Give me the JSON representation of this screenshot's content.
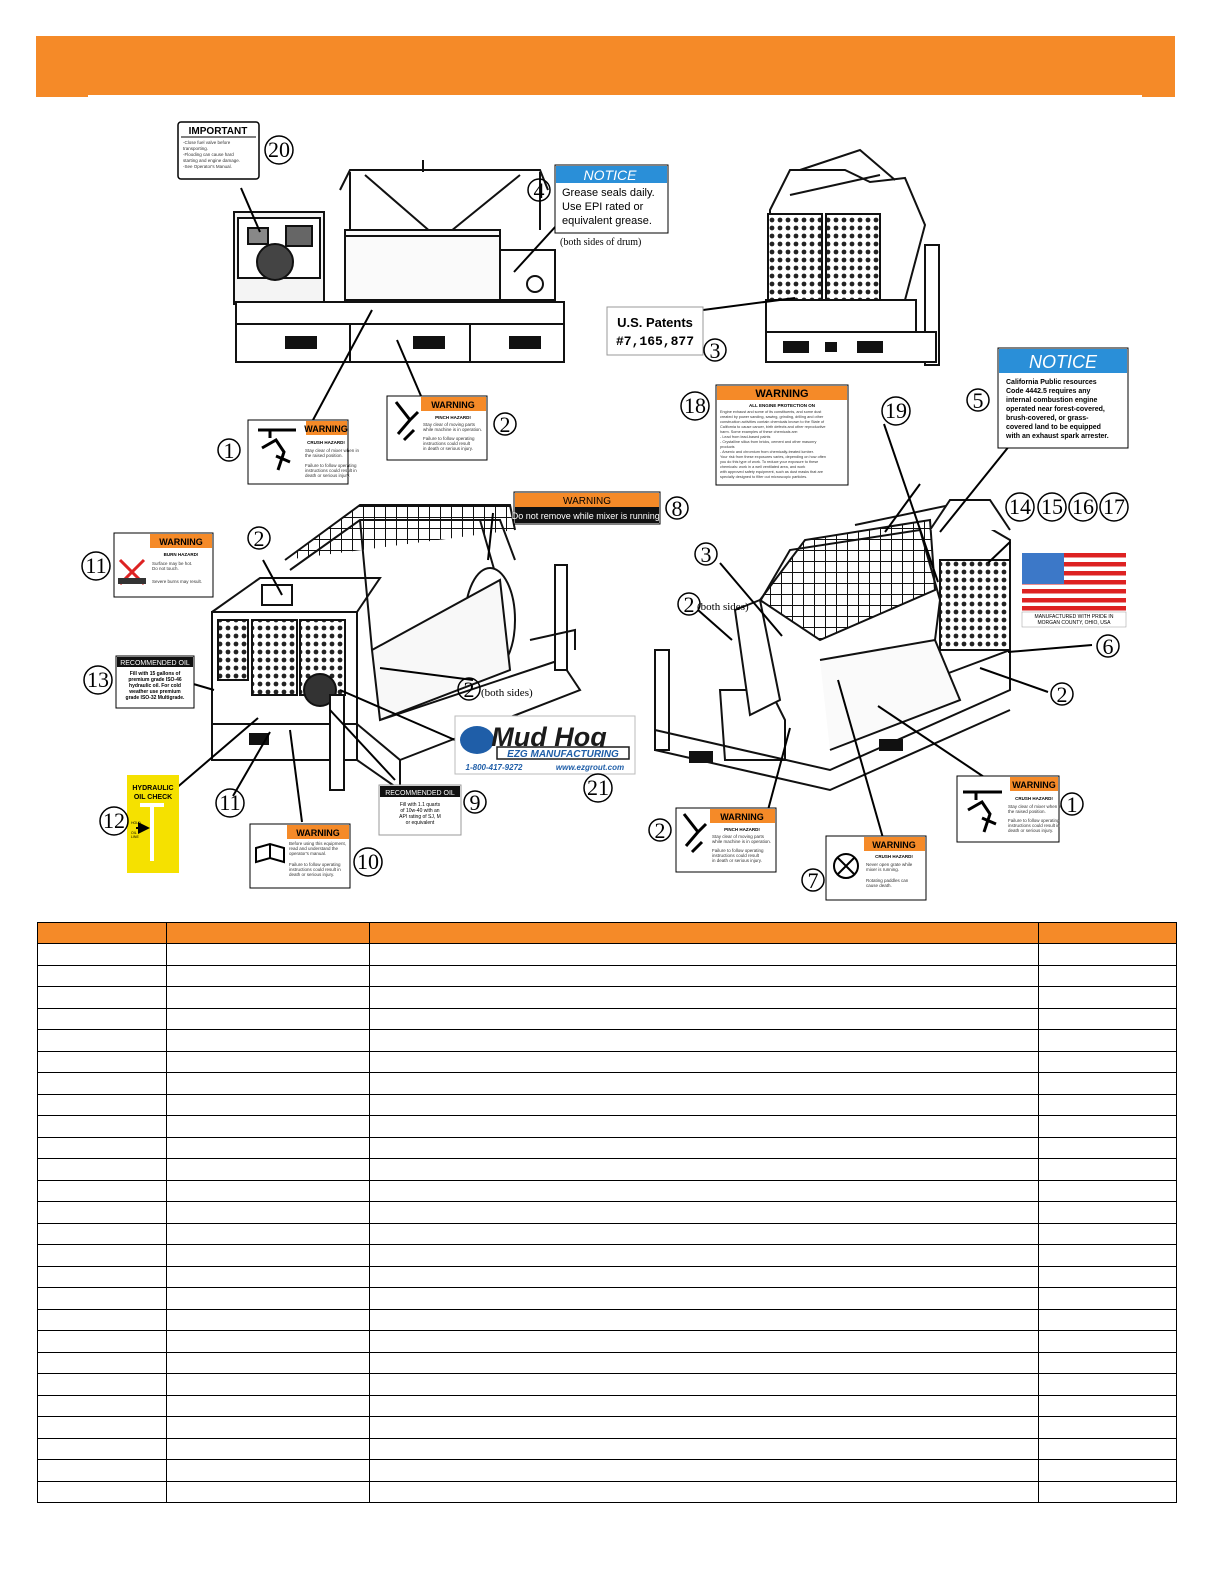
{
  "header": {
    "color": "#f58a28",
    "text": ""
  },
  "decals": {
    "important": {
      "title": "IMPORTANT",
      "lines": [
        "-Close fuel valve before",
        "transporting.",
        "-Flooding can cause hard",
        "starting and engine damage.",
        "-See Operator's Manual."
      ]
    },
    "notice_grease": {
      "title": "NOTICE",
      "lines": [
        "Grease seals daily.",
        "Use EPI rated or",
        "equivalent grease."
      ],
      "note": "(both sides of drum)"
    },
    "patents": {
      "line1": "U.S. Patents",
      "line2": "#7,165,877"
    },
    "notice_california": {
      "title": "NOTICE",
      "lines": [
        "California Public resources",
        "Code 4442.5 requires any",
        "internal combustion engine",
        "operated near forest-covered,",
        "brush-covered, or grass-",
        "covered land to be equipped",
        "with an exhaust spark arrester."
      ]
    },
    "warning_word": "WARNING",
    "crush_hazard": {
      "heading": "CRUSH HAZARD!",
      "lines": [
        "Stay clear of mixer when in",
        "the raised position.",
        "Failure to follow operating",
        "instructions could result in",
        "death or serious injury."
      ]
    },
    "pinch_hazard": {
      "heading": "PINCH HAZARD!",
      "lines": [
        "Stay clear of moving parts",
        "while machine is in operation.",
        "Failure to follow operating",
        "instructions could result",
        "in death or serious injury."
      ]
    },
    "burn_hazard": {
      "heading": "BURN HAZARD!",
      "lines": [
        "Surface may be hot.",
        "Do not touch.",
        "Severe burns may result."
      ]
    },
    "crush_hazard_7": {
      "heading": "CRUSH HAZARD!",
      "lines": [
        "Never open grate while",
        "mixer is running.",
        "Rotating paddles can",
        "cause death."
      ]
    },
    "manual_warning": {
      "lines": [
        "Before using this equipment,",
        "read and understand the",
        "operator's manual.",
        "Failure to follow operating",
        "instructions could result in",
        "death or serious injury."
      ]
    },
    "spark_warning": {
      "heading": "ALL ENGINE PROTECTION ON",
      "lines": [
        "Engine exhaust and some of its constituents, and some dust",
        "created by power sanding, sawing, grinding, drilling and other",
        "construction activities contain chemicals known to the State of",
        "California to cause cancer, birth defects and other reproductive",
        "harm. Some examples of these chemicals are:",
        "- Lead from lead-based paints",
        "- Crystalline silica from bricks, cement and other masonry",
        "products",
        "- Arsenic and chromium from chemically-treated lumber.",
        "Your risk from these exposures varies, depending on how often",
        "you do this type of work. To reduce your exposure to these",
        "chemicals: work in a well ventilated area, and work",
        "with approved safety equipment, such as dust masks that are",
        "specially designed to filter out microscopic particles."
      ]
    },
    "do_not_remove": {
      "title": "WARNING",
      "text": "Do not remove while mixer is running."
    },
    "oil_13": {
      "title": "RECOMMENDED OIL",
      "lines": [
        "Fill with 15 gallons of",
        "premium grade ISO-46",
        "hydraulic oil. For cold",
        "weather use premium",
        "grade ISO-32 Multigrade."
      ]
    },
    "oil_9": {
      "title": "RECOMMENDED OIL",
      "lines": [
        "Fill with 1.1 quarts",
        "of 10w-40 with an",
        "API rating of SJ, M",
        "or equivalent"
      ]
    },
    "hydraulic": {
      "title1": "HYDRAULIC",
      "title2": "OIL CHECK",
      "arrow_lines": [
        "HOLD",
        "OIL",
        "LINE"
      ]
    },
    "mudhog": {
      "brand": "Mud Hog",
      "company": "EZG MANUFACTURING",
      "phone": "1-800-417-9272",
      "web": "www.ezgrout.com"
    },
    "flag": {
      "lines": [
        "MANUFACTURED WITH PRIDE IN",
        "MORGAN COUNTY, OHIO, USA"
      ]
    }
  },
  "callouts": {
    "c1": "1",
    "c2": "2",
    "c3": "3",
    "c4": "4",
    "c5": "5",
    "c6": "6",
    "c7": "7",
    "c8": "8",
    "c9": "9",
    "c10": "10",
    "c11": "11",
    "c12": "12",
    "c13": "13",
    "c14": "14",
    "c15": "15",
    "c16": "16",
    "c17": "17",
    "c18": "18",
    "c19": "19",
    "c20": "20",
    "c21": "21",
    "both_sides": "(both sides)"
  },
  "table": {
    "header_color": "#f58a28",
    "columns": [
      "",
      "",
      "",
      ""
    ],
    "rows": [
      [
        "",
        "",
        "",
        ""
      ],
      [
        "",
        "",
        "",
        ""
      ],
      [
        "",
        "",
        "",
        ""
      ],
      [
        "",
        "",
        "",
        ""
      ],
      [
        "",
        "",
        "",
        ""
      ],
      [
        "",
        "",
        "",
        ""
      ],
      [
        "",
        "",
        "",
        ""
      ],
      [
        "",
        "",
        "",
        ""
      ],
      [
        "",
        "",
        "",
        ""
      ],
      [
        "",
        "",
        "",
        ""
      ],
      [
        "",
        "",
        "",
        ""
      ],
      [
        "",
        "",
        "",
        ""
      ],
      [
        "",
        "",
        "",
        ""
      ],
      [
        "",
        "",
        "",
        ""
      ],
      [
        "",
        "",
        "",
        ""
      ],
      [
        "",
        "",
        "",
        ""
      ],
      [
        "",
        "",
        "",
        ""
      ],
      [
        "",
        "",
        "",
        ""
      ],
      [
        "",
        "",
        "",
        ""
      ],
      [
        "",
        "",
        "",
        ""
      ],
      [
        "",
        "",
        "",
        ""
      ],
      [
        "",
        "",
        "",
        ""
      ],
      [
        "",
        "",
        "",
        ""
      ],
      [
        "",
        "",
        "",
        ""
      ],
      [
        "",
        "",
        "",
        ""
      ],
      [
        "",
        "",
        "",
        ""
      ]
    ]
  }
}
